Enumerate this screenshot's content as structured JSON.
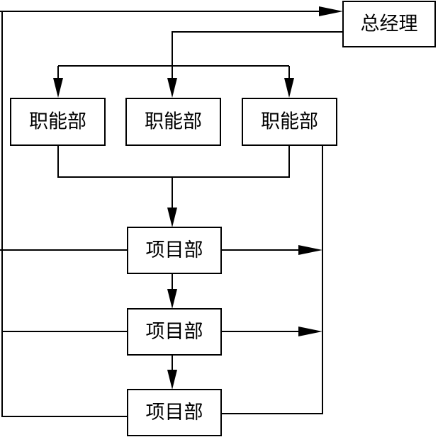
{
  "nodes": {
    "general_manager": "总经理",
    "functional_dept_1": "职能部",
    "functional_dept_2": "职能部",
    "functional_dept_3": "职能部",
    "project_dept_1": "项目部",
    "project_dept_2": "项目部",
    "project_dept_3": "项目部"
  },
  "colors": {
    "line": "#000000",
    "box_fill": "#ffffff"
  }
}
